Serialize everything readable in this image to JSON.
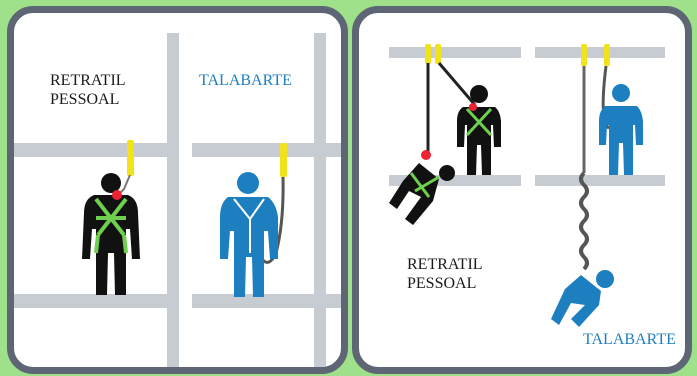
{
  "left_panel": {
    "label_retratil": "RETRATIL\nPESSOAL",
    "label_talabarte": "TALABARTE"
  },
  "right_panel": {
    "label_retratil": "RETRATIL\nPESSOAL",
    "label_talabarte": "TALABARTE"
  },
  "colors": {
    "background": "#9fe08a",
    "frame": "#5e6675",
    "beam": "#c7ccd3",
    "figure_dark": "#111111",
    "figure_blue": "#1d7fbf",
    "harness": "#6ed04c",
    "hook": "#f2e21c",
    "anchor_point": "#ee2233"
  }
}
